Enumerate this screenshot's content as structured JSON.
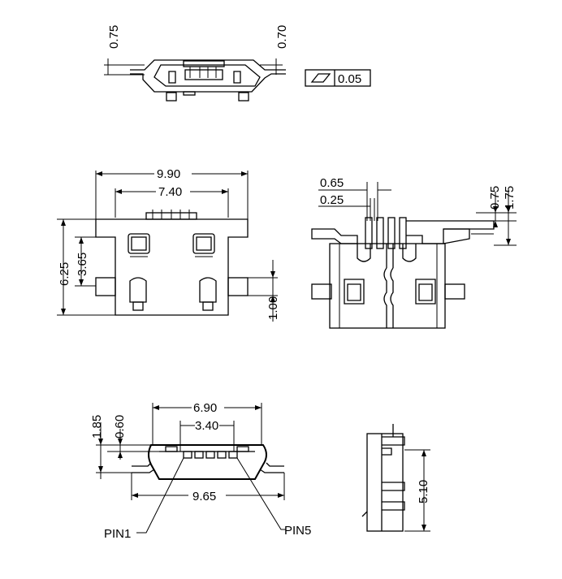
{
  "colors": {
    "ink": "#000000",
    "background": "#ffffff"
  },
  "top_view": {
    "dim_left": "0.75",
    "dim_right": "0.70",
    "flatness_value": "0.05",
    "flatness_icon": "parallelogram-flatness-icon"
  },
  "front_view": {
    "dim_width_outer": "9.90",
    "dim_width_inner": "7.40",
    "dim_height_total": "6.25",
    "dim_height_upper": "3.65",
    "dim_tab": "1.00"
  },
  "side_view": {
    "dim_pin_width": "0.65",
    "dim_pin_gap": "0.25",
    "dim_top_offset": "0.75",
    "dim_total_height": "1.75"
  },
  "bottom_view": {
    "dim_body_width": "6.90",
    "dim_pin_span": "3.40",
    "dim_total_width": "9.65",
    "dim_height": "1.85",
    "dim_slot": "0.60",
    "pin1_label": "PIN1",
    "pin5_label": "PIN5"
  },
  "small_side_view": {
    "dim_height": "5.10"
  }
}
